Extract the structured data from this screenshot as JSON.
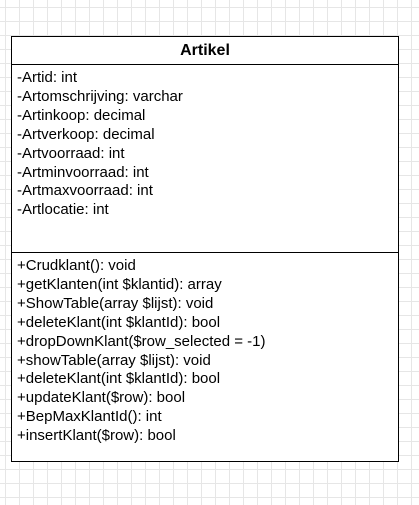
{
  "diagram": {
    "class_name": "Artikel",
    "attributes": [
      "-Artid: int",
      "-Artomschrijving: varchar",
      "-Artinkoop: decimal",
      "-Artverkoop: decimal",
      "-Artvoorraad: int",
      "-Artminvoorraad: int",
      "-Artmaxvoorraad: int",
      "-Artlocatie: int"
    ],
    "methods": [
      "+Crudklant(): void",
      "+getKlanten(int $klantid): array",
      "+ShowTable(array $lijst): void",
      "+deleteKlant(int $klantId): bool",
      "+dropDownKlant($row_selected = -1)",
      "+showTable(array $lijst): void",
      "+deleteKlant(int $klantId): bool",
      "+updateKlant($row): bool",
      "+BepMaxKlantId(): int",
      "+insertKlant($row): bool"
    ]
  }
}
